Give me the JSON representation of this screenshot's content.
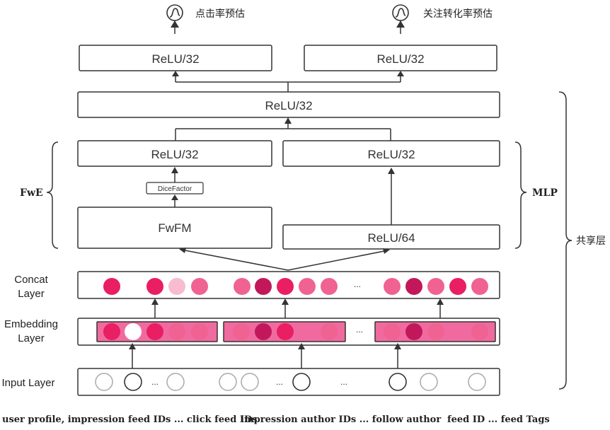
{
  "outputs": {
    "left": "点击率预估",
    "right": "关注转化率预估",
    "sigma_icon": "sigmoid-icon"
  },
  "boxes": {
    "relu_top_left": "ReLU/32",
    "relu_top_right": "ReLU/32",
    "relu_shared": "ReLU/32",
    "relu_fwe": "ReLU/32",
    "relu_mlp": "ReLU/32",
    "dice": "DiceFactor",
    "fwfm": "FwFM",
    "relu_64": "ReLU/64"
  },
  "side_labels": {
    "fwe": "FwE",
    "mlp": "MLP",
    "shared": "共享层"
  },
  "layers": {
    "concat_1": "Concat",
    "concat_2": "Layer",
    "embedding_1": "Embedding",
    "embedding_2": "Layer",
    "input": "Input Layer"
  },
  "ellipsis": "...",
  "bottom": {
    "group1": "user profile, impression feed IDs ... click feed IDs",
    "group2": "impression author IDs ... follow author",
    "group3": "feed ID ... feed Tags"
  },
  "colors": {
    "pink_dark": "#c2185b",
    "pink": "#e91e63",
    "pink_mid": "#f06292",
    "pink_light": "#f8bbd0",
    "pink_band": "#f06aa0",
    "box_stroke": "#333333"
  }
}
